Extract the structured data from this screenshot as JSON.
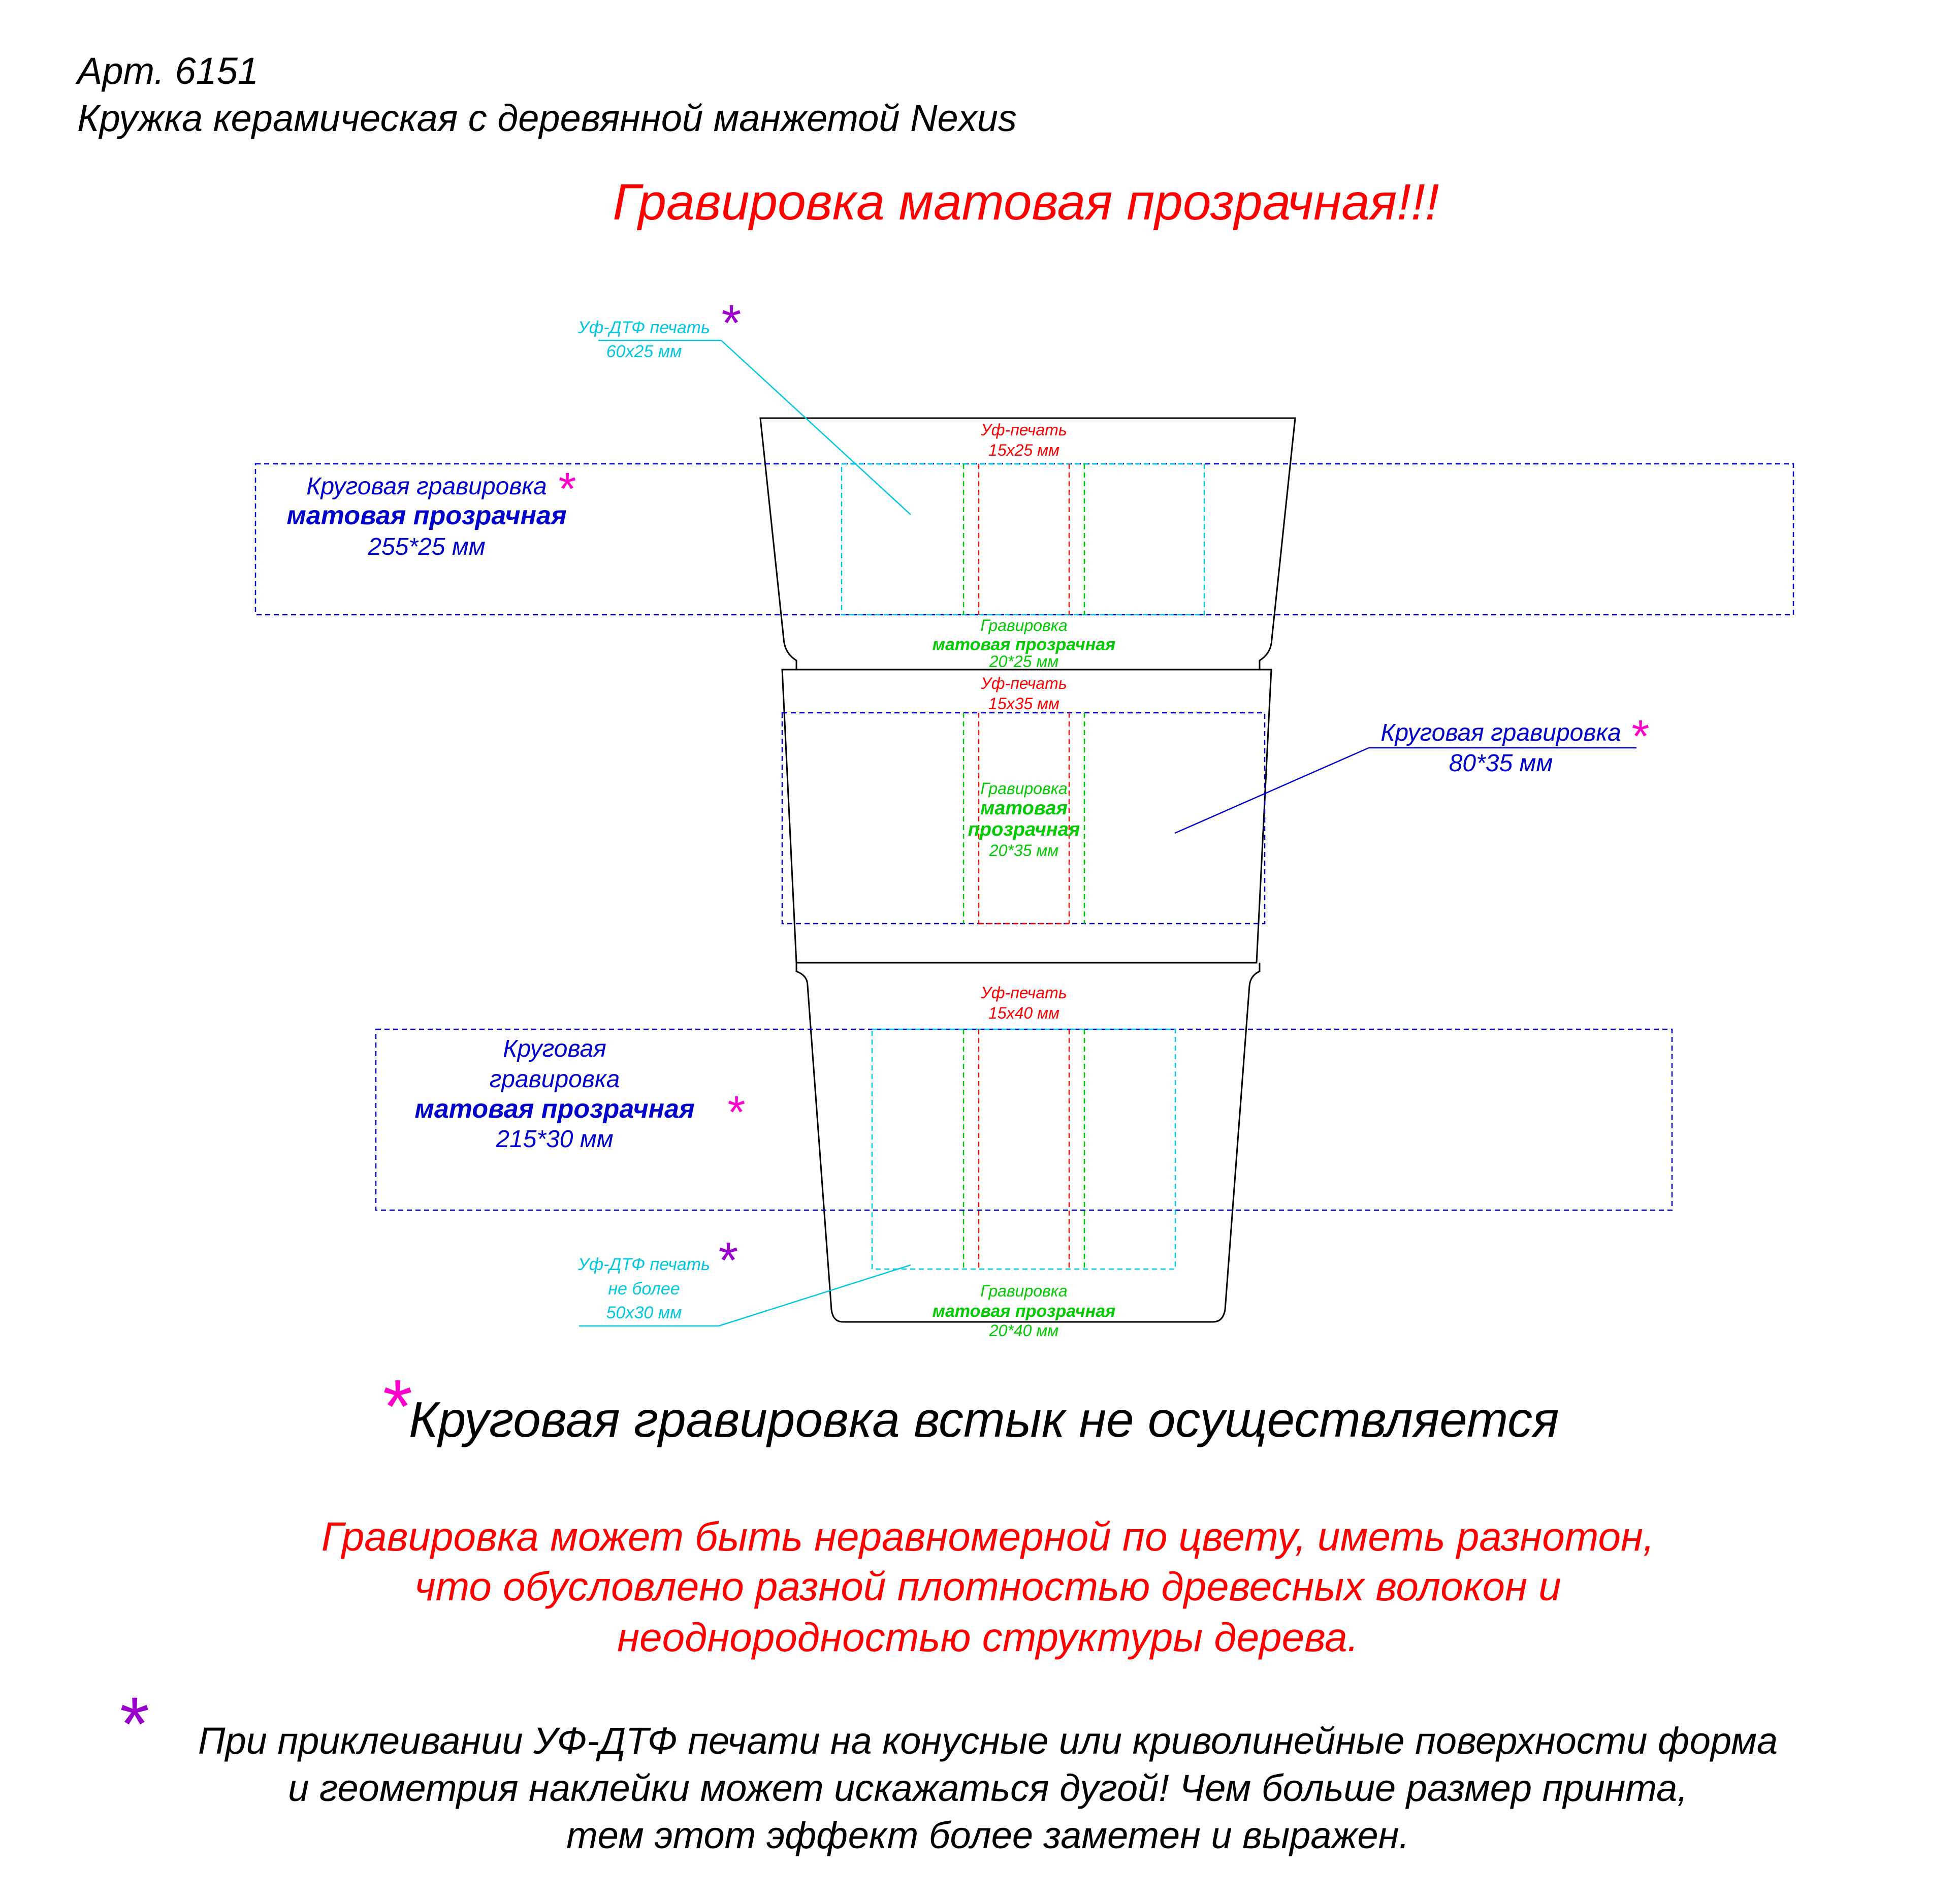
{
  "header": {
    "article": "Арт. 6151",
    "product": "Кружка керамическая с деревянной манжетой Nexus",
    "engraving_title": "Гравировка матовая прозрачная!!!"
  },
  "colors": {
    "red": "#ff0000",
    "green": "#00cc00",
    "cyan": "#00c8e0",
    "blue": "#0000cc",
    "magenta": "#ff00cc",
    "purple": "#9900cc",
    "outline": "#000000"
  },
  "asterisk": "*",
  "sections": {
    "top": {
      "uv_dtf_label": "Уф-ДТФ печать",
      "uv_dtf_size": "60х25 мм",
      "uv_print_label": "Уф-печать",
      "uv_print_size": "15х25 мм",
      "circular_label": "Круговая гравировка",
      "circular_finish": "матовая прозрачная",
      "circular_size": "255*25 мм",
      "engrave_label": "Гравировка",
      "engrave_finish": "матовая прозрачная",
      "engrave_size": "20*25 мм"
    },
    "middle": {
      "uv_print_label": "Уф-печать",
      "uv_print_size": "15х35 мм",
      "engrave_label": "Гравировка",
      "engrave_finish_1": "матовая",
      "engrave_finish_2": "прозрачная",
      "engrave_size": "20*35 мм",
      "circular_label": "Круговая гравировка",
      "circular_size": "80*35 мм"
    },
    "bottom": {
      "uv_print_label": "Уф-печать",
      "uv_print_size": "15х40 мм",
      "circular_label_1": "Круговая",
      "circular_label_2": "гравировка",
      "circular_finish": "матовая прозрачная",
      "circular_size": "215*30 мм",
      "uv_dtf_label": "Уф-ДТФ печать",
      "uv_dtf_limit": "не более",
      "uv_dtf_size": "50х30 мм",
      "engrave_label": "Гравировка",
      "engrave_finish": "матовая прозрачная",
      "engrave_size": "20*40 мм"
    }
  },
  "notes": {
    "circular_note": "Круговая гравировка встык не осуществляется",
    "grain_note": [
      "Гравировка может быть неравномерной по цвету, иметь разнотон,",
      "что обусловлено разной плотностью древесных волокон и",
      "неоднородностью структуры дерева."
    ],
    "dtf_note": [
      "При приклеивании УФ-ДТФ печати на конусные или криволинейные поверхности форма",
      "и геометрия наклейки может искажаться дугой! Чем больше размер принта,",
      "тем этот эффект более заметен и выражен."
    ]
  }
}
